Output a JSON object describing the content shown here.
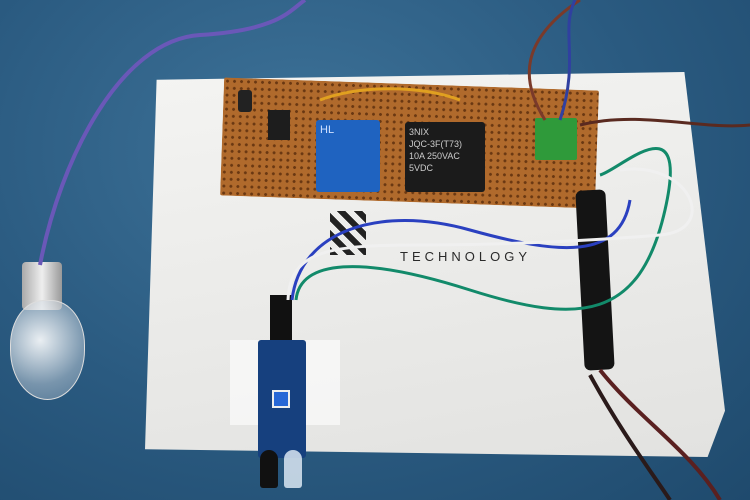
{
  "photo": {
    "relay_blue_label": "HL",
    "relay_black_brand": "3NIX",
    "relay_black_model": "JQC-3F(T73)",
    "relay_black_ratings": "10A 250VAC 5VDC",
    "logo_sub": "TECHNOLOGY"
  }
}
